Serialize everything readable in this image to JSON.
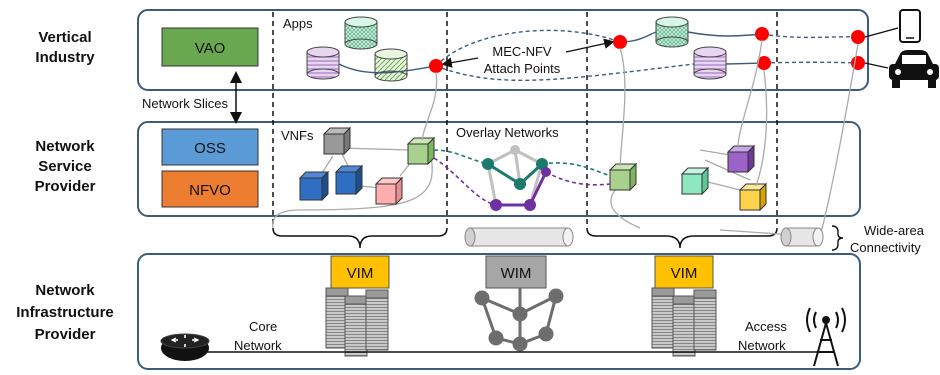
{
  "layers": {
    "vertical": {
      "line1": "Vertical",
      "line2": "Industry"
    },
    "nsp": {
      "line1": "Network",
      "line2": "Service",
      "line3": "Provider"
    },
    "nip": {
      "line1": "Network",
      "line2": "Infrastructure",
      "line3": "Provider"
    }
  },
  "boxes": {
    "vao": "VAO",
    "oss": "OSS",
    "nfvo": "NFVO",
    "vim_left": "VIM",
    "wim": "WIM",
    "vim_right": "VIM"
  },
  "labels": {
    "apps": "Apps",
    "mec_line1": "MEC-NFV",
    "mec_line2": "Attach Points",
    "network_slices": "Network Slices",
    "vnfs": "VNFs",
    "overlay": "Overlay Networks",
    "wide_line1": "Wide-area",
    "wide_line2": "Connectivity",
    "core_line1": "Core",
    "core_line2": "Network",
    "access_line1": "Access",
    "access_line2": "Network"
  },
  "colors": {
    "vao": "#6aa84f",
    "oss": "#5b9bd5",
    "nfvo": "#ed7d31",
    "vim": "#ffc000",
    "wim": "#a6a6a6",
    "attach_point": "#ff0000",
    "layer_border": "#3b5c7d",
    "overlay_teal": "#1a7a6e",
    "overlay_purple": "#7030a0"
  },
  "icons": [
    "router-icon",
    "server-rack-icon",
    "antenna-tower-icon",
    "smartphone-icon",
    "car-icon",
    "cylinder-app-icon",
    "cube-vnf-icon"
  ]
}
